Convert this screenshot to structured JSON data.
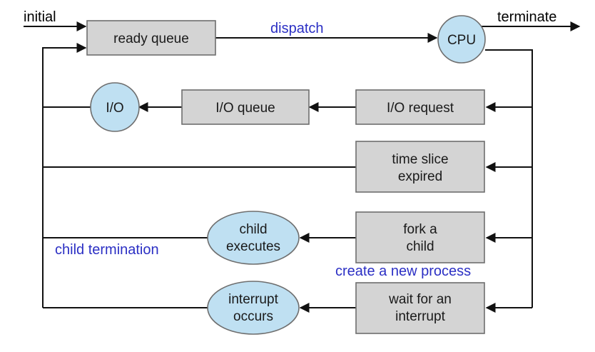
{
  "labels": {
    "initial": "initial",
    "terminate": "terminate",
    "dispatch": "dispatch",
    "child_termination": "child termination",
    "create_new_process": "create a new process"
  },
  "nodes": {
    "ready_queue": "ready queue",
    "cpu": "CPU",
    "io": "I/O",
    "io_queue": "I/O queue",
    "io_request": "I/O request",
    "time_slice_1": "time slice",
    "time_slice_2": "expired",
    "fork_1": "fork a",
    "fork_2": "child",
    "child_exec_1": "child",
    "child_exec_2": "executes",
    "wait_1": "wait for an",
    "wait_2": "interrupt",
    "interrupt_1": "interrupt",
    "interrupt_2": "occurs"
  },
  "colors": {
    "box_fill": "#d4d4d4",
    "circle_fill": "#bfe0f2",
    "annotation_blue": "#2b2fc4"
  }
}
